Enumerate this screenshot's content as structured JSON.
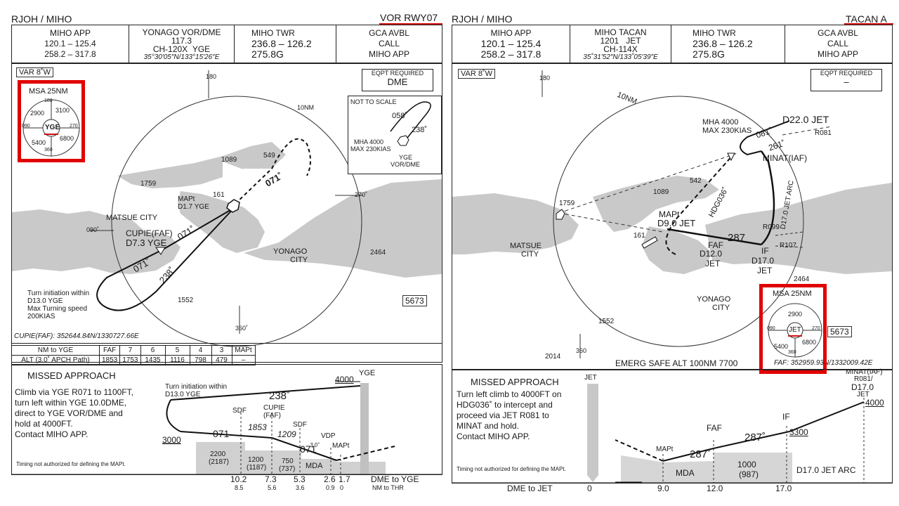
{
  "left": {
    "airport": "RJOH / MIHO",
    "chart_name": "VOR RWY07",
    "freq": {
      "app_label": "MIHO APP",
      "app_1": "120.1 – 125.4",
      "app_2": "258.2 – 317.8",
      "nav_1": "YONAGO VOR/DME",
      "nav_2": "117.3",
      "nav_ident": "YGE",
      "nav_ch": "CH-120X",
      "nav_coord": "35°30′05″N/133°15′26″E",
      "twr_label": "MIHO TWR",
      "twr_1": "236.8 – 126.2",
      "twr_2": "275.8G",
      "gca_1": "GCA AVBL",
      "gca_2": "CALL",
      "gca_3": "MIHO APP"
    },
    "var": "VAR 8˚W",
    "eqpt_label": "EQPT REQUIRED",
    "eqpt_value": "DME",
    "msa": {
      "title": "MSA 25NM",
      "center": "YGE",
      "v1": "2900",
      "v2": "3100",
      "v3": "6800",
      "v4": "5400",
      "b1": "180",
      "b2": "090",
      "b3": "270",
      "b4": "360"
    },
    "inset": {
      "title": "NOT TO SCALE",
      "mha": "MHA 4000",
      "max": "MAX 230KIAS",
      "c1": "058˚",
      "c2": "238˚",
      "fix1": "YGE",
      "fix2": "VOR/DME"
    },
    "labels": {
      "r180": "180",
      "r10nm": "10NM",
      "e1089": "1089",
      "e549": "549",
      "e1759": "1759",
      "e161": "161",
      "mapt": "MAPt",
      "mapt_d": "D1.7 YGE",
      "r071a": "071˚",
      "r071b": "071˚",
      "r071c": "071˚",
      "r238": "238˚",
      "r270": "270˚",
      "r090": "090˚",
      "matsue": "MATSUE CITY",
      "cupie": "CUPIE(FAF)",
      "cupie_d": "D7.3 YGE",
      "yonago1": "YONAGO",
      "yonago2": "CITY",
      "e2464": "2464",
      "e1552": "1552",
      "r360": "360˚",
      "e5673": "5673",
      "turn1": "Turn initiation within",
      "turn2": "D13.0 YGE",
      "turn3": "Max Turning speed",
      "turn4": "200KIAS",
      "coord": "CUPIE(FAF): 352644.84N/1330727.66E"
    },
    "alt_table": {
      "row1": [
        "NM to YGE",
        "FAF",
        "7",
        "6",
        "5",
        "4",
        "3",
        "MAPt"
      ],
      "row2": [
        "ALT (3.0˚ APCH Path)",
        "1853",
        "1753",
        "1435",
        "1116",
        "798",
        "479",
        "–"
      ]
    },
    "missed_title": "MISSED APPROACH",
    "missed_text": "Climb via YGE R071 to 1100FT,\nturn left within YGE 10.0DME,\ndirect to YGE VOR/DME and\nhold at 4000FT.\nContact MIHO APP.",
    "profile": {
      "turn1": "Turn initiation within",
      "turn2": "D13.0 YGE",
      "c238": "238˚",
      "c071a": "071",
      "c071b": "071",
      "yge": "YGE",
      "a4000": "4000",
      "a3000": "3000",
      "sdf1": "SDF",
      "sdf2": "SDF",
      "cupie": "CUPIE",
      "faf": "(FAF)",
      "a1853": "1853",
      "a1209": "1209",
      "vdp": "VDP",
      "mapt": "MAPt",
      "gp": "3.0˚",
      "m1": "2200",
      "m1b": "(2187)",
      "m2": "1200",
      "m2b": "(1187)",
      "m3": "750",
      "m3b": "(737)",
      "mda": "MDA",
      "timing": "Timing not authorized for defining the MAPt.",
      "d1": "10.2",
      "d2": "7.3",
      "d3": "5.3",
      "d4": "2.6",
      "d5": "1.7",
      "dlabel": "DME to YGE",
      "t1": "8.5",
      "t2": "5.6",
      "t3": "3.6",
      "t4": "0.9",
      "t5": "0",
      "tlabel": "NM to THR"
    }
  },
  "right": {
    "airport": "RJOH / MIHO",
    "chart_name": "TACAN A",
    "freq": {
      "app_label": "MIHO APP",
      "app_1": "120.1 – 125.4",
      "app_2": "258.2 – 317.8",
      "nav_1": "MIHO TACAN",
      "nav_2": "1201",
      "nav_ident": "JET",
      "nav_ch": "CH-114X",
      "nav_coord": "35˚31′52″N/133˚05′39″E",
      "twr_label": "MIHO TWR",
      "twr_1": "236.8 – 126.2",
      "twr_2": "275.8G",
      "gca_1": "GCA AVBL",
      "gca_2": "CALL",
      "gca_3": "MIHO APP"
    },
    "var": "VAR 8˚W",
    "eqpt_label": "EQPT REQUIRED",
    "eqpt_value": "–",
    "msa": {
      "title": "MSA 25NM",
      "center": "JET",
      "v1": "2900",
      "v3": "6800",
      "v4": "5400",
      "b2": "090",
      "b3": "270",
      "b4": "360"
    },
    "labels": {
      "r180": "180",
      "r10nm": "10NM",
      "mha": "MHA 4000",
      "max": "MAX 230KIAS",
      "d22": "D22.0 JET",
      "r081": "R081",
      "c081": "081˚",
      "c261": "261˚",
      "minat": "MINAT(IAF)",
      "e542": "542",
      "e1089": "1089",
      "e1759": "1759",
      "hdg": "HDG036˚",
      "arc": "D17.0 JET ARC",
      "mapt": "MAPt",
      "mapt_d": "D9.0 JET",
      "r099": "R099",
      "r107": "R107",
      "c287": "287",
      "e161": "161",
      "faf": "FAF",
      "faf_d": "D12.0",
      "faf_j": "JET",
      "iff": "IF",
      "if_d": "D17.0",
      "if_j": "JET",
      "matsue1": "MATSUE",
      "matsue2": "CITY",
      "e2464": "2464",
      "yonago1": "YONAGO",
      "yonago2": "CITY",
      "e1552": "1552",
      "e2014": "2014",
      "r360": "360",
      "e5673": "5673",
      "emerg": "EMERG SAFE ALT 100NM 7700",
      "coord": "FAF: 352959.93N/1332009.42E"
    },
    "missed_title": "MISSED APPROACH",
    "missed_text": "Turn left climb to 4000FT on\nHDG036˚ to intercept and\nproceed via JET R081 to\nMINAT and hold.\nContact MIHO APP.",
    "profile": {
      "jet": "JET",
      "minat1": "MINAT(IAF)",
      "minat2": "R081/",
      "minat3": "D17.0",
      "minat4": "JET",
      "a4000": "4000",
      "iff": "IF",
      "a3300": "3300",
      "faf": "FAF",
      "c287a": "287˚",
      "c287b": "287˚",
      "mapt": "MAPt",
      "mda": "MDA",
      "m1": "1000",
      "m1b": "(987)",
      "arc": "D17.0 JET ARC",
      "timing": "Timing not authorized for defining the MAPt.",
      "dlabel": "DME to JET",
      "d0": "0",
      "d1": "9.0",
      "d2": "12.0",
      "d3": "17.0"
    }
  },
  "colors": {
    "land": "#c9c9c9",
    "highlight": "#e00000",
    "ink": "#1a1a1a"
  }
}
